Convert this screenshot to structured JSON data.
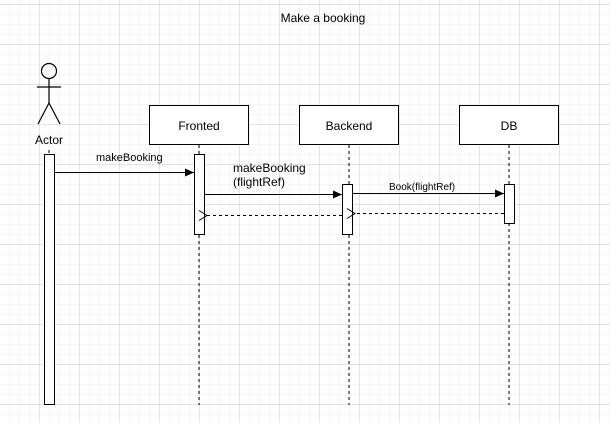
{
  "diagram": {
    "title": "Make a booking",
    "actor": {
      "label": "Actor"
    },
    "participants": [
      {
        "id": "frontend",
        "label": "Fronted"
      },
      {
        "id": "backend",
        "label": "Backend"
      },
      {
        "id": "db",
        "label": "DB"
      }
    ],
    "messages": [
      {
        "id": "msg1",
        "from": "actor",
        "to": "frontend",
        "label": "makeBooking",
        "style": "solid"
      },
      {
        "id": "msg2",
        "from": "frontend",
        "to": "backend",
        "label_line1": "makeBooking",
        "label_line2": "(flightRef)",
        "style": "solid"
      },
      {
        "id": "msg3",
        "from": "backend",
        "to": "db",
        "label": "Book(flightRef)",
        "style": "solid"
      },
      {
        "id": "ret1",
        "from": "db",
        "to": "backend",
        "label": "",
        "style": "dashed"
      },
      {
        "id": "ret2",
        "from": "backend",
        "to": "frontend",
        "label": "",
        "style": "dashed"
      }
    ]
  }
}
